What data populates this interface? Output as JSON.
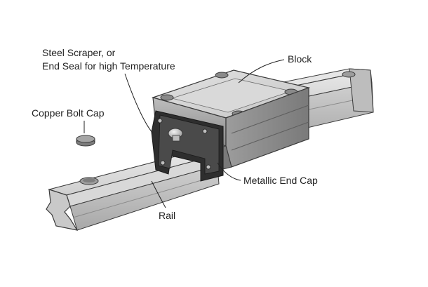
{
  "labels": {
    "scraper_line1": "Steel Scraper, or",
    "scraper_line2": "End Seal for high Temperature",
    "block": "Block",
    "copper_bolt_cap": "Copper Bolt Cap",
    "metallic_end_cap": "Metallic End Cap",
    "rail": "Rail"
  },
  "colors": {
    "background": "#ffffff",
    "outline": "#3a3a3a",
    "rail_top": "#dcdcdc",
    "rail_side": "#c4c4c4",
    "block_top": "#d4d4d4",
    "block_front": "#a9a9a9",
    "block_side": "#8f8f8f",
    "end_plate": "#2e2e2e",
    "copper_cap": "#9a9a9a"
  }
}
